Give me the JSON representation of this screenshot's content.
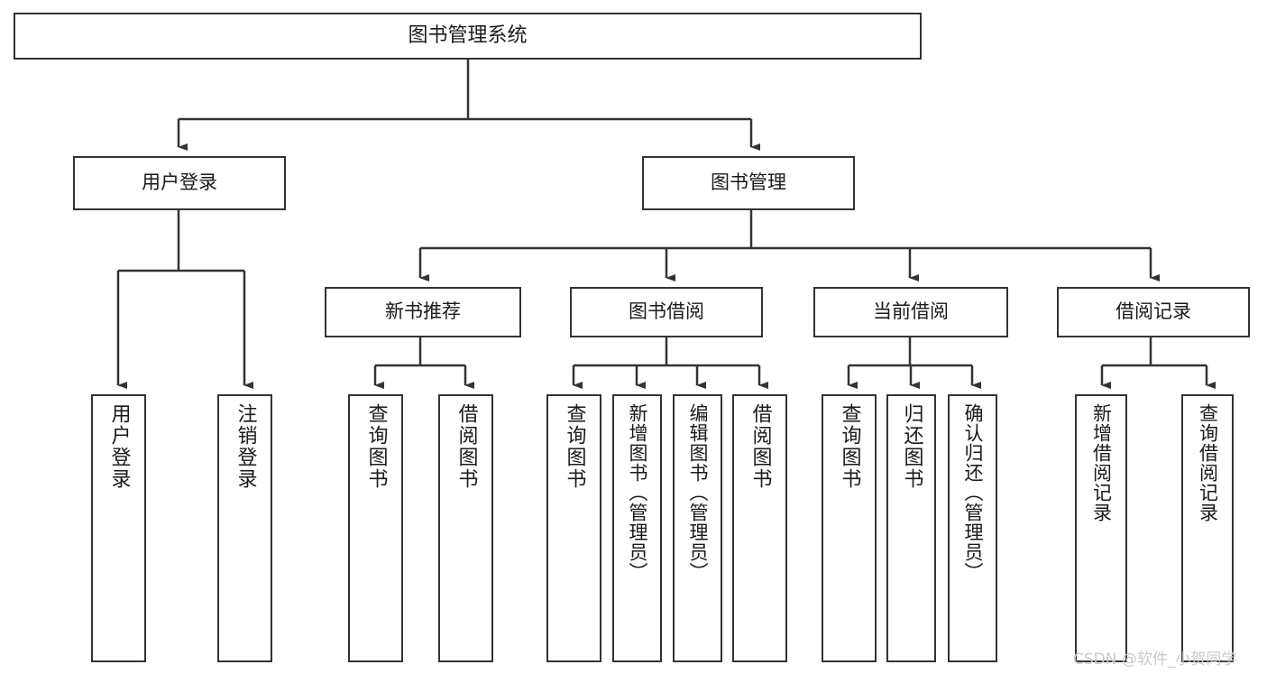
{
  "diagram": {
    "title": "图书管理系统",
    "type": "功能结构图",
    "stroke_color": "#333333",
    "text_color": "#1a1a1a",
    "background_color": "#ffffff",
    "watermark": "CSDN @软件_小贺同学",
    "watermark_color": "#c9c9c9"
  },
  "nodes": {
    "root": {
      "label": "图书管理系统"
    },
    "level1": [
      {
        "label": "用户登录"
      },
      {
        "label": "图书管理"
      }
    ],
    "level2": [
      {
        "label": "新书推荐"
      },
      {
        "label": "图书借阅"
      },
      {
        "label": "当前借阅"
      },
      {
        "label": "借阅记录"
      }
    ],
    "leaves": {
      "user_login": [
        {
          "label": "用户登录"
        },
        {
          "label": "注销登录"
        }
      ],
      "new_book": [
        {
          "label": "查询图书"
        },
        {
          "label": "借阅图书"
        }
      ],
      "book_borrow": [
        {
          "label": "查询图书"
        },
        {
          "label": "新增图书（管理员）"
        },
        {
          "label": "编辑图书（管理员）"
        },
        {
          "label": "借阅图书"
        }
      ],
      "current_borrow": [
        {
          "label": "查询图书"
        },
        {
          "label": "归还图书"
        },
        {
          "label": "确认归还（管理员）"
        }
      ],
      "borrow_record": [
        {
          "label": "新增借阅记录"
        },
        {
          "label": "查询借阅记录"
        }
      ]
    }
  }
}
